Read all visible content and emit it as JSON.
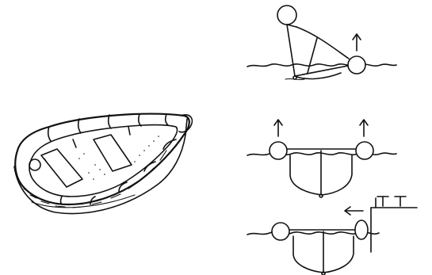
{
  "figure": {
    "background_color": "#ffffff",
    "ink_color": "#111111",
    "panels": [
      {
        "name": "boat-perspective",
        "icon": "inflatable-boat-illustration"
      },
      {
        "name": "righting-step-1",
        "icon": "capsized-boat-lift-side-up"
      },
      {
        "name": "righting-step-2",
        "icon": "boat-upright-both-tubes-lift"
      },
      {
        "name": "righting-step-3",
        "icon": "boat-upright-pull-to-dock"
      }
    ]
  }
}
